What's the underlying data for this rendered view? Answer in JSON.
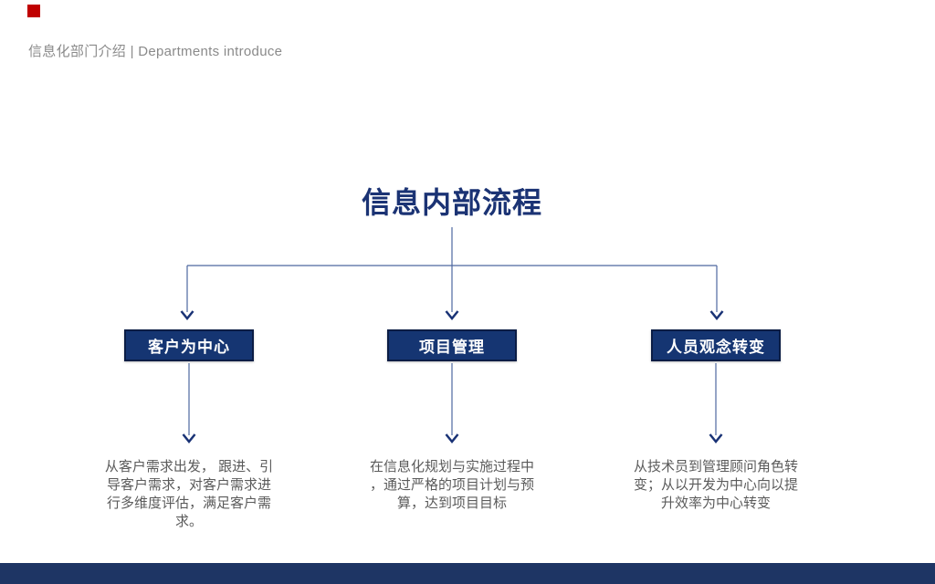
{
  "header": {
    "text": "信息化部门介绍 | Departments introduce"
  },
  "title": "信息内部流程",
  "columns": [
    {
      "box_label": "客户为中心",
      "desc_lines": [
        "从客户需求出发， 跟进、引",
        "导客户需求，对客户需求进",
        "行多维度评估，满足客户需",
        "求。"
      ]
    },
    {
      "box_label": "项目管理",
      "desc_lines": [
        "在信息化规划与实施过程中",
        "，通过严格的项目计划与预",
        "算，达到项目目标"
      ]
    },
    {
      "box_label": "人员观念转变",
      "desc_lines": [
        "从技术员到管理顾问角色转",
        "变；从以开发为中心向以提",
        "升效率为中心转变"
      ]
    }
  ],
  "colors": {
    "accent-red": "#C00000",
    "navy-title": "#1B3374",
    "box-fill": "#153572",
    "box-border": "#0B1D45",
    "line-blue": "#4E689F",
    "arrow-blue": "#1A3376",
    "text-gray": "#5B5B5B",
    "header-gray": "#8A8A8A",
    "footer-navy": "#1E3564",
    "box-text": "#FFFFFF"
  }
}
